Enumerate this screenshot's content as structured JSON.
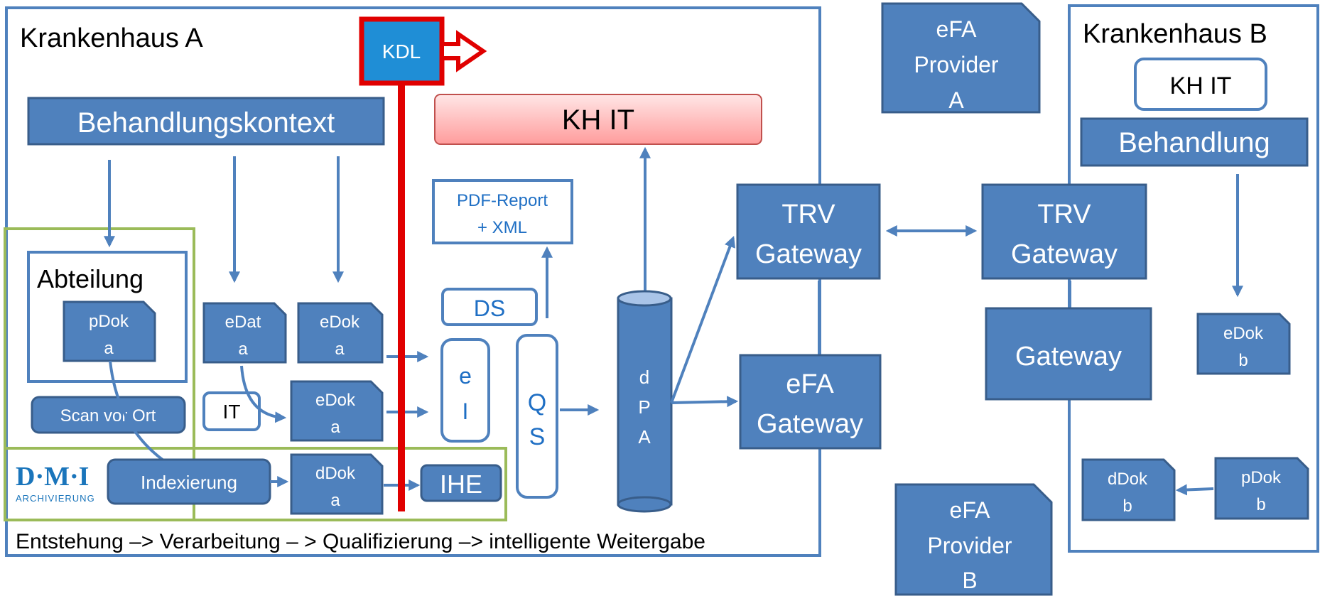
{
  "hospital_a": {
    "title": "Krankenhaus A",
    "process": "Entstehung –> Verarbeitung – > Qualifizierung –> intelligente Weitergabe"
  },
  "hospital_b": {
    "title": "Krankenhaus B",
    "kh_it": "KH IT",
    "behandlung": "Behandlung",
    "edok": [
      "eDok",
      "b"
    ],
    "ddok": [
      "dDok",
      "b"
    ],
    "pdok": [
      "pDok",
      "b"
    ]
  },
  "kdl": "KDL",
  "kh_it": "KH IT",
  "behandlungskontext": "Behandlungskontext",
  "abteilung": "Abteilung",
  "pdok_a": [
    "pDok",
    "a"
  ],
  "edat_a": [
    "eDat",
    "a"
  ],
  "edok_a1": [
    "eDok",
    "a"
  ],
  "edok_a2": [
    "eDok",
    "a"
  ],
  "ddok_a": [
    "dDok",
    "a"
  ],
  "it": "IT",
  "scan": "Scan vor Ort",
  "indexierung": "Indexierung",
  "ihe": "IHE",
  "pdf_report": [
    "PDF-Report",
    "+ XML"
  ],
  "ds": "DS",
  "ei": [
    "e",
    "I"
  ],
  "qs": [
    "Q",
    "S"
  ],
  "dpa": [
    "d",
    "P",
    "A"
  ],
  "dmi_logo": {
    "name": "D·M·I",
    "sub": "ARCHIVIERUNG"
  },
  "trv_gateway_a": [
    "TRV",
    "Gateway"
  ],
  "trv_gateway_b": [
    "TRV",
    "Gateway"
  ],
  "efa_gateway": [
    "eFA",
    "Gateway"
  ],
  "gateway": "Gateway",
  "efa_provider_a": [
    "eFA",
    "Provider",
    "A"
  ],
  "efa_provider_b": [
    "eFA",
    "Provider",
    "B"
  ],
  "colors": {
    "blue": "#4f81bd",
    "dark_border": "#385d8a",
    "red": "#e00000",
    "green": "#9bbb59",
    "pink_top": "#ffdada",
    "pink_bottom": "#ff9a9a",
    "kdl_fill": "#1f8ed6",
    "dmi_blue": "#1a75bb"
  }
}
